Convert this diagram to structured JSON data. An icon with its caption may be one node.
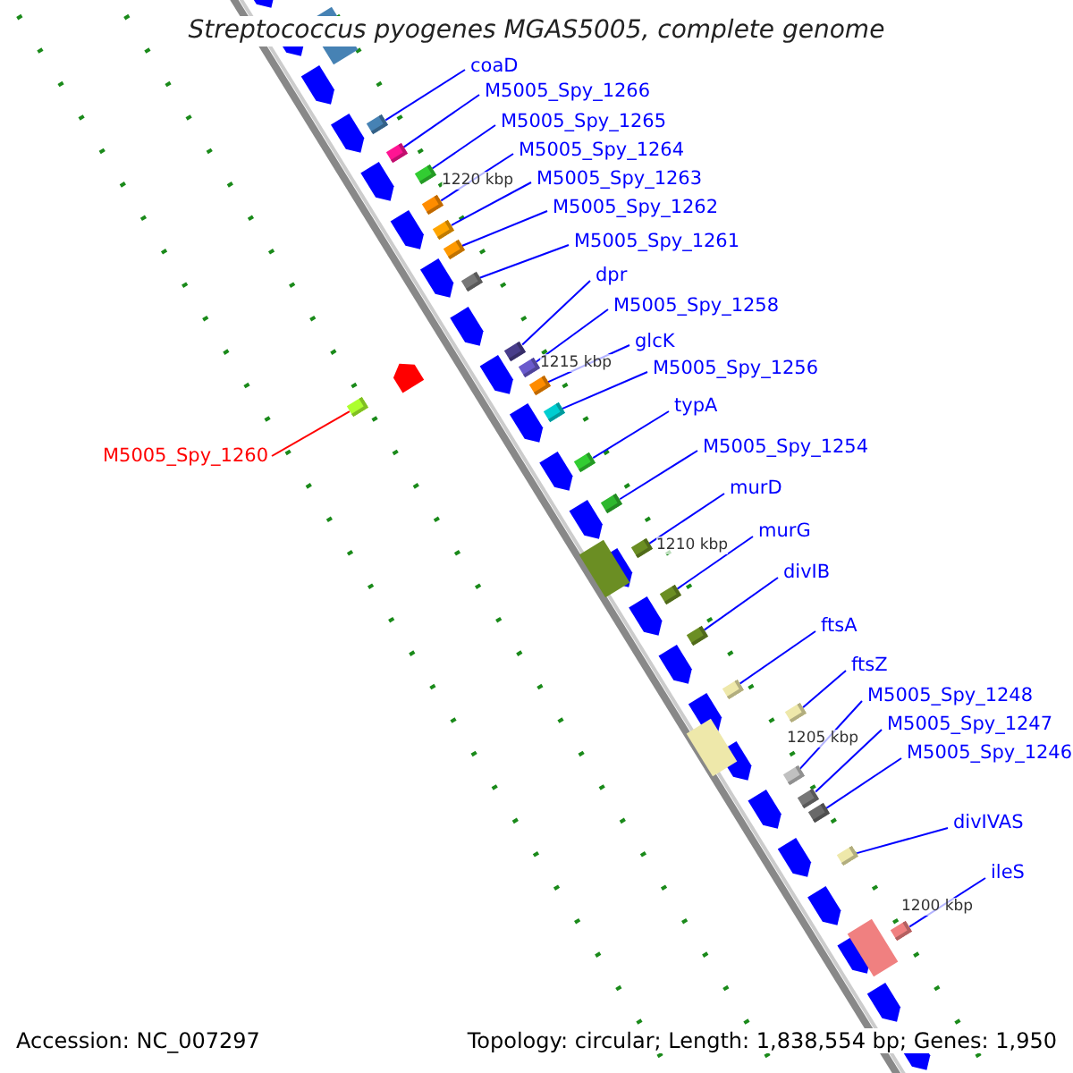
{
  "diagram": {
    "title": "Streptococcus pyogenes MGAS5005, complete genome",
    "nodes": [
      {
        "text": [
          "coaD"
        ]
      },
      {
        "text": [
          "M5005_Spy_1266"
        ]
      },
      {
        "text": [
          "M5005_Spy_1265"
        ]
      },
      {
        "text": [
          "M5005_Spy_1264"
        ]
      },
      {
        "text": [
          "M5005_Spy_1263"
        ]
      },
      {
        "text": [
          "M5005_Spy_1262"
        ]
      },
      {
        "text": [
          "M5005_Spy_1261"
        ]
      },
      {
        "text": [
          "dpr"
        ]
      },
      {
        "text": [
          "M5005_Spy_1258"
        ]
      },
      {
        "text": [
          "glcK"
        ]
      },
      {
        "text": [
          "M5005_Spy_1256"
        ]
      },
      {
        "text": [
          "typA"
        ]
      },
      {
        "text": [
          "M5005_Spy_1254"
        ]
      },
      {
        "text": [
          "murD"
        ]
      },
      {
        "text": [
          "murG"
        ]
      },
      {
        "text": [
          "divIB"
        ]
      },
      {
        "text": [
          "ftsA"
        ]
      },
      {
        "text": [
          "ftsZ"
        ]
      },
      {
        "text": [
          "M5005_Spy_1248"
        ]
      },
      {
        "text": [
          "M5005_Spy_1247"
        ]
      },
      {
        "text": [
          "M5005_Spy_1246"
        ]
      },
      {
        "text": [
          "divIVAS"
        ]
      },
      {
        "text": [
          "ileS"
        ]
      },
      {
        "text": [
          "M5005_Spy_1260"
        ]
      },
      {
        "text": [],
        "shape": "bar"
      },
      {
        "text": [],
        "shape": "bar"
      },
      {
        "text": [],
        "shape": "bar"
      },
      {
        "text": [],
        "shape": "bar"
      },
      {
        "text": [],
        "shape": "bar"
      },
      {
        "text": [],
        "shape": "bar"
      },
      {
        "text": [],
        "shape": "bar"
      },
      {
        "text": [],
        "shape": "bar"
      },
      {
        "text": [],
        "shape": "bar"
      },
      {
        "text": [],
        "shape": "bar"
      },
      {
        "text": [],
        "shape": "bar"
      },
      {
        "text": [],
        "shape": "bar"
      },
      {
        "text": [],
        "shape": "bar"
      },
      {
        "text": [],
        "shape": "bar"
      },
      {
        "text": [],
        "shape": "bar"
      },
      {
        "text": [],
        "shape": "bar"
      },
      {
        "text": [],
        "shape": "bar"
      },
      {
        "text": [],
        "shape": "bar"
      },
      {
        "text": [],
        "shape": "bar"
      },
      {
        "text": [],
        "shape": "bar"
      },
      {
        "text": [],
        "shape": "bar"
      },
      {
        "text": [],
        "shape": "bar"
      },
      {
        "text": [],
        "shape": "bar"
      },
      {
        "text": [],
        "shape": "bar"
      }
    ],
    "edges": [
      {
        "from": 0,
        "to": 24,
        "arrow": "none"
      },
      {
        "from": 1,
        "to": 25,
        "arrow": "none"
      },
      {
        "from": 2,
        "to": 26,
        "arrow": "none"
      },
      {
        "from": 3,
        "to": 27,
        "arrow": "none"
      },
      {
        "from": 4,
        "to": 28,
        "arrow": "none"
      },
      {
        "from": 5,
        "to": 29,
        "arrow": "none"
      },
      {
        "from": 6,
        "to": 30,
        "arrow": "none"
      },
      {
        "from": 7,
        "to": 31,
        "arrow": "none"
      },
      {
        "from": 8,
        "to": 32,
        "arrow": "none"
      },
      {
        "from": 9,
        "to": 33,
        "arrow": "none"
      },
      {
        "from": 10,
        "to": 34,
        "arrow": "none"
      },
      {
        "from": 11,
        "to": 35,
        "arrow": "none"
      },
      {
        "from": 12,
        "to": 36,
        "arrow": "none"
      },
      {
        "from": 13,
        "to": 37,
        "arrow": "none"
      },
      {
        "from": 14,
        "to": 38,
        "arrow": "none"
      },
      {
        "from": 15,
        "to": 39,
        "arrow": "none"
      },
      {
        "from": 16,
        "to": 40,
        "arrow": "none"
      },
      {
        "from": 17,
        "to": 41,
        "arrow": "none"
      },
      {
        "from": 18,
        "to": 42,
        "arrow": "none"
      },
      {
        "from": 19,
        "to": 43,
        "arrow": "none"
      },
      {
        "from": 20,
        "to": 44,
        "arrow": "none"
      },
      {
        "from": 21,
        "to": 45,
        "arrow": "none"
      },
      {
        "from": 22,
        "to": 46,
        "arrow": "none"
      },
      {
        "from": 23,
        "to": 47,
        "arrow": "none",
        "color": "#ff0000"
      }
    ],
    "labels": [
      "1220 kbp",
      "1215 kbp",
      "1210 kbp",
      "1205 kbp",
      "1200 kbp",
      "Accession: NC_007297",
      "Topology: circular; Length: 1,838,554 bp; Genes: 1,950"
    ]
  }
}
